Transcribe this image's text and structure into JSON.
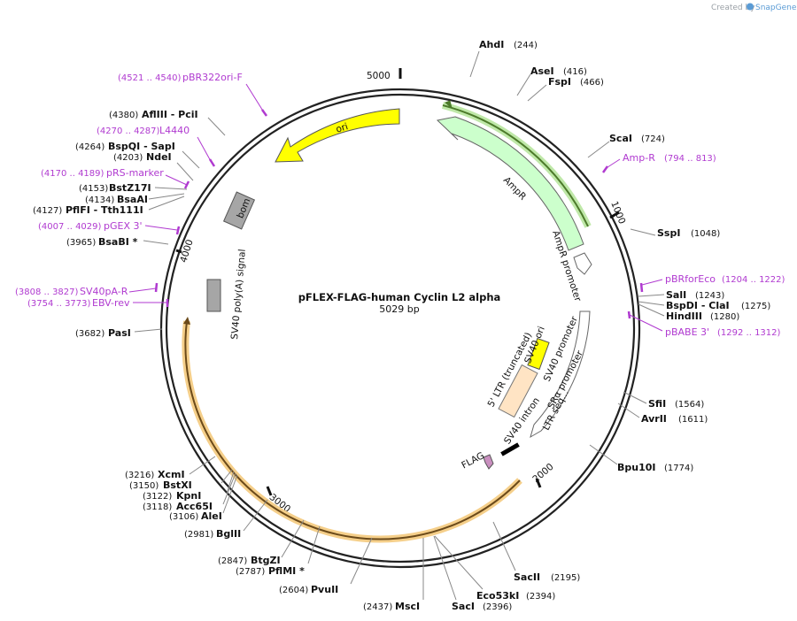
{
  "credit": {
    "prefix": "Created by",
    "brand": "SnapGene"
  },
  "plasmid": {
    "name": "pFLEX-FLAG-human Cyclin L2 alpha",
    "size_label": "5029 bp",
    "length": 5029
  },
  "ticks": [
    "1000",
    "2000",
    "3000",
    "4000",
    "5000"
  ],
  "enzymes": [
    {
      "name": "AhdI",
      "pos": "(244)"
    },
    {
      "name": "AseI",
      "pos": "(416)"
    },
    {
      "name": "FspI",
      "pos": "(466)"
    },
    {
      "name": "ScaI",
      "pos": "(724)"
    },
    {
      "name": "SspI",
      "pos": "(1048)"
    },
    {
      "name": "SalI",
      "pos": "(1243)"
    },
    {
      "name": "BspDI - ClaI",
      "pos": "(1275)"
    },
    {
      "name": "HindIII",
      "pos": "(1280)"
    },
    {
      "name": "SfiI",
      "pos": "(1564)"
    },
    {
      "name": "AvrII",
      "pos": "(1611)"
    },
    {
      "name": "Bpu10I",
      "pos": "(1774)"
    },
    {
      "name": "SacII",
      "pos": "(2195)"
    },
    {
      "name": "Eco53kI",
      "pos": "(2394)"
    },
    {
      "name": "SacI",
      "pos": "(2396)"
    },
    {
      "name": "MscI",
      "pos": "(2437)"
    },
    {
      "name": "PvuII",
      "pos": "(2604)"
    },
    {
      "name": "PflMI *",
      "pos": "(2787)"
    },
    {
      "name": "BtgZI",
      "pos": "(2847)"
    },
    {
      "name": "BglII",
      "pos": "(2981)"
    },
    {
      "name": "AleI",
      "pos": "(3106)"
    },
    {
      "name": "Acc65I",
      "pos": "(3118)"
    },
    {
      "name": "KpnI",
      "pos": "(3122)"
    },
    {
      "name": "BstXI",
      "pos": "(3150)"
    },
    {
      "name": "XcmI",
      "pos": "(3216)"
    },
    {
      "name": "PasI",
      "pos": "(3682)"
    },
    {
      "name": "BsaBI *",
      "pos": "(3965)"
    },
    {
      "name": "PflFI - Tth111I",
      "pos": "(4127)"
    },
    {
      "name": "BsaAI",
      "pos": "(4134)"
    },
    {
      "name": "BstZ17I",
      "pos": "(4153)"
    },
    {
      "name": "NdeI",
      "pos": "(4203)"
    },
    {
      "name": "BspQI - SapI",
      "pos": "(4264)"
    },
    {
      "name": "AflIII - PciI",
      "pos": "(4380)"
    }
  ],
  "primers": [
    {
      "name": "Amp-R",
      "range": "(794 .. 813)"
    },
    {
      "name": "pBRforEco",
      "range": "(1204 .. 1222)"
    },
    {
      "name": "pBABE 3'",
      "range": "(1292 .. 1312)"
    },
    {
      "name": "EBV-rev",
      "range": "(3754 .. 3773)"
    },
    {
      "name": "SV40pA-R",
      "range": "(3808 .. 3827)"
    },
    {
      "name": "pGEX 3'",
      "range": "(4007 .. 4029)"
    },
    {
      "name": "pRS-marker",
      "range": "(4170 .. 4189)"
    },
    {
      "name": "L4440",
      "range": "(4270 .. 4287)"
    },
    {
      "name": "pBR322ori-F",
      "range": "(4521 .. 4540)"
    }
  ],
  "features": [
    {
      "label": "ori",
      "color": "#ffff00"
    },
    {
      "label": "AmpR",
      "color": "#ccffcc"
    },
    {
      "label": "AmpR promoter",
      "color": "#ffffff"
    },
    {
      "label": "bom",
      "color": "#a6a6a6"
    },
    {
      "label": "SV40 poly(A) signal",
      "color": "#a6a6a6"
    },
    {
      "label": "SV40 promoter",
      "color": "#ffffff"
    },
    {
      "label": "SV40 ori",
      "color": "#ffff00"
    },
    {
      "label": "5' LTR (truncated)",
      "color": "#ffe4c4"
    },
    {
      "label": "SRα promoter",
      "color": "#ffffff"
    },
    {
      "label": "LTR seq...",
      "color": "#ffffff"
    },
    {
      "label": "SV40 intron",
      "color": "#000000"
    },
    {
      "label": "FLAG",
      "color": "#c98fbf"
    }
  ],
  "colors": {
    "enzyme": "#111111",
    "primer": "#b03ad0",
    "backbone": "#222222",
    "orf_highlight": "#f5b94a",
    "amp_highlight": "#8fd36b"
  }
}
